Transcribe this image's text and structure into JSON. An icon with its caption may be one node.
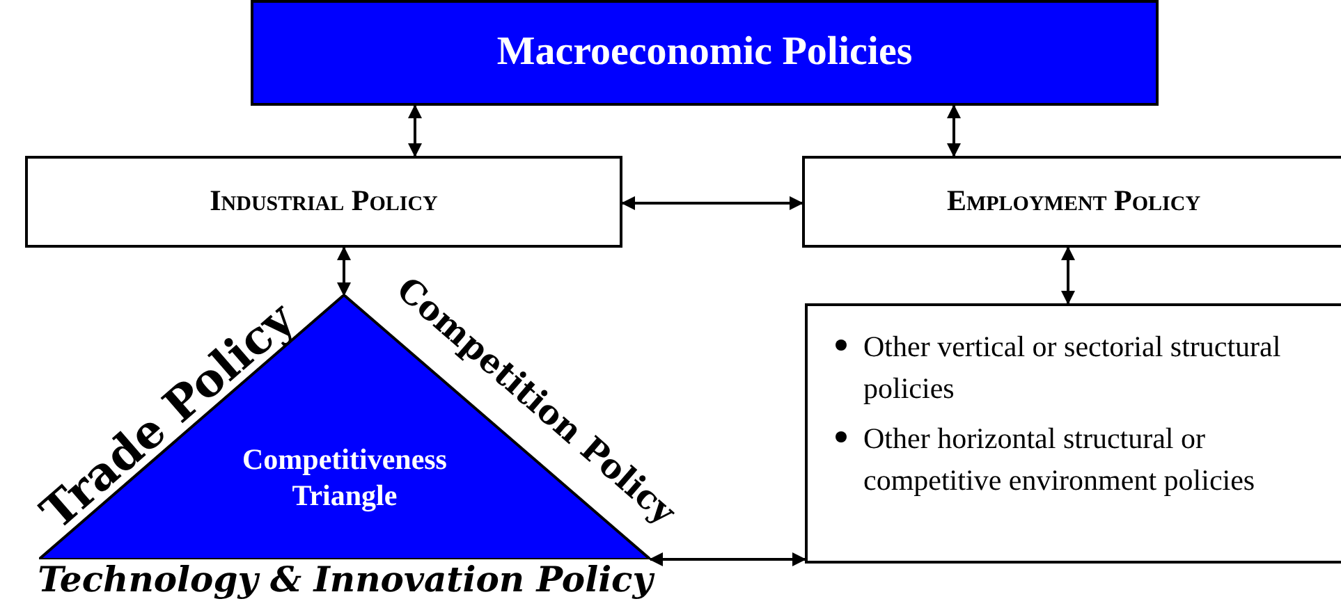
{
  "diagram": {
    "nodes": [
      {
        "text": [
          "Macroeconomic Policies"
        ]
      },
      {
        "text": [
          "Industrial Policy"
        ]
      },
      {
        "text": [
          "Employment Policy"
        ]
      },
      {
        "text": [
          "Competitiveness Triangle"
        ],
        "beside": [
          "Trade Policy",
          "Competition Policy",
          "Technology & Innovation Policy"
        ]
      },
      {
        "text": [
          "Other vertical or sectorial structural policies",
          "Other horizontal structural or competitive environment policies"
        ]
      }
    ],
    "edges": [
      {
        "from": 0,
        "to": 1,
        "arrow": "both"
      },
      {
        "from": 0,
        "to": 2,
        "arrow": "both"
      },
      {
        "from": 1,
        "to": 2,
        "arrow": "both"
      },
      {
        "from": 1,
        "to": 3,
        "arrow": "both"
      },
      {
        "from": 2,
        "to": 4,
        "arrow": "both"
      },
      {
        "from": 3,
        "to": 4,
        "arrow": "both"
      }
    ]
  }
}
